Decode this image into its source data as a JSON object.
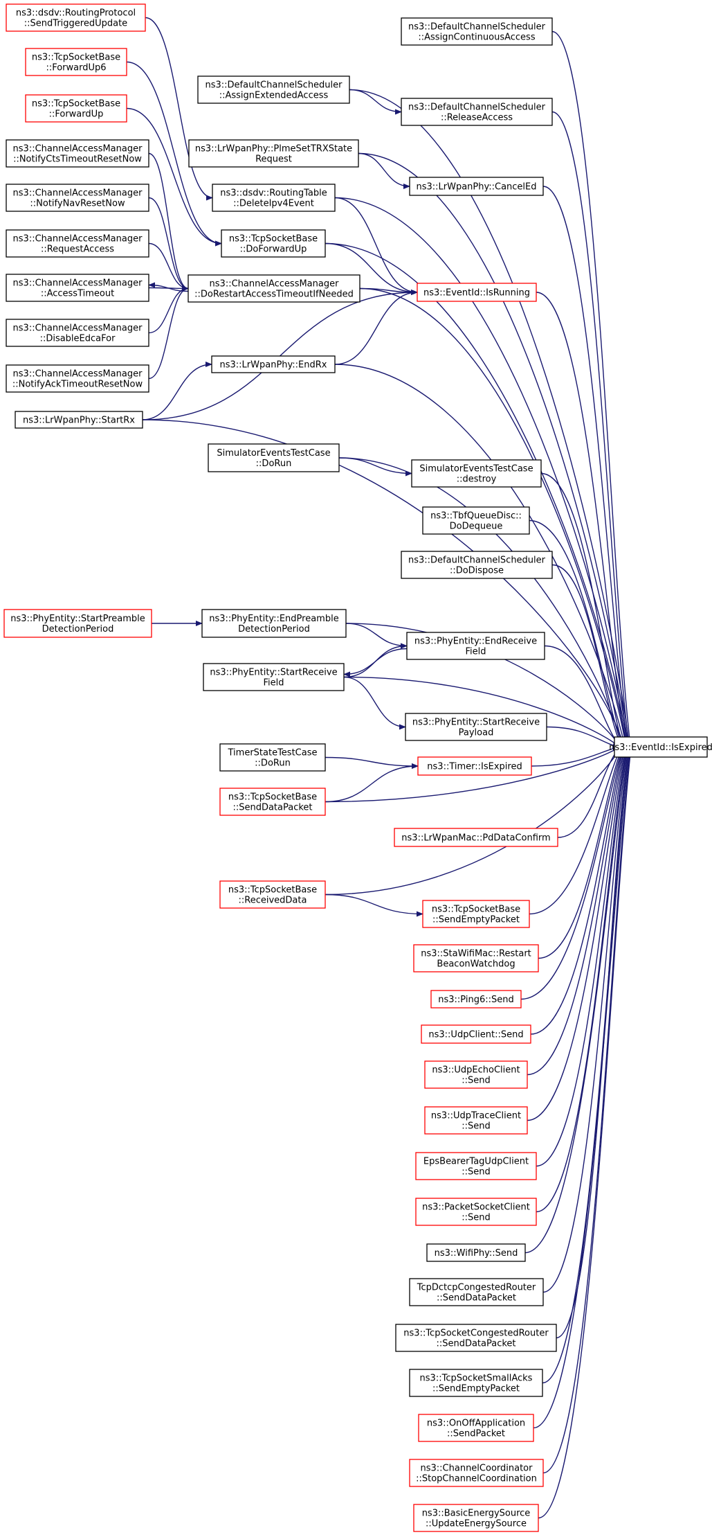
{
  "colors": {
    "edge": "#191970",
    "border_default": "#000000",
    "border_highlight": "#ff0000",
    "target_fill": "#bfbfbf",
    "background": "#ffffff"
  },
  "nodes": {
    "target": {
      "lines": [
        "ns3::EventId::IsExpired"
      ],
      "style": "target"
    },
    "dsdvSendTriggered": {
      "lines": [
        "ns3::dsdv::RoutingProtocol",
        "::SendTriggeredUpdate"
      ],
      "style": "red"
    },
    "tcpFwdUp6": {
      "lines": [
        "ns3::TcpSocketBase",
        "::ForwardUp6"
      ],
      "style": "red"
    },
    "tcpFwdUp": {
      "lines": [
        "ns3::TcpSocketBase",
        "::ForwardUp"
      ],
      "style": "red"
    },
    "camNotifyCts": {
      "lines": [
        "ns3::ChannelAccessManager",
        "::NotifyCtsTimeoutResetNow"
      ],
      "style": "black"
    },
    "camNotifyNav": {
      "lines": [
        "ns3::ChannelAccessManager",
        "::NotifyNavResetNow"
      ],
      "style": "black"
    },
    "camRequest": {
      "lines": [
        "ns3::ChannelAccessManager",
        "::RequestAccess"
      ],
      "style": "black"
    },
    "camAccessTimeout": {
      "lines": [
        "ns3::ChannelAccessManager",
        "::AccessTimeout"
      ],
      "style": "black"
    },
    "camDisableEdca": {
      "lines": [
        "ns3::ChannelAccessManager",
        "::DisableEdcaFor"
      ],
      "style": "black"
    },
    "camNotifyAck": {
      "lines": [
        "ns3::ChannelAccessManager",
        "::NotifyAckTimeoutResetNow"
      ],
      "style": "black"
    },
    "lrStartRx": {
      "lines": [
        "ns3::LrWpanPhy::StartRx"
      ],
      "style": "black"
    },
    "dcsAssignExt": {
      "lines": [
        "ns3::DefaultChannelScheduler",
        "::AssignExtendedAccess"
      ],
      "style": "black"
    },
    "lrPlmeSet": {
      "lines": [
        "ns3::LrWpanPhy::PlmeSetTRXState",
        "Request"
      ],
      "style": "black"
    },
    "dsdvDelete": {
      "lines": [
        "ns3::dsdv::RoutingTable",
        "::DeleteIpv4Event"
      ],
      "style": "black"
    },
    "tcpDoFwdUp": {
      "lines": [
        "ns3::TcpSocketBase",
        "::DoForwardUp"
      ],
      "style": "black"
    },
    "camDoRestart": {
      "lines": [
        "ns3::ChannelAccessManager",
        "::DoRestartAccessTimeoutIfNeeded"
      ],
      "style": "black"
    },
    "lrEndRx": {
      "lines": [
        "ns3::LrWpanPhy::EndRx"
      ],
      "style": "black"
    },
    "simDoRun": {
      "lines": [
        "SimulatorEventsTestCase",
        "::DoRun"
      ],
      "style": "black"
    },
    "phyStartPreamble": {
      "lines": [
        "ns3::PhyEntity::StartPreamble",
        "DetectionPeriod"
      ],
      "style": "red"
    },
    "phyEndPreamble": {
      "lines": [
        "ns3::PhyEntity::EndPreamble",
        "DetectionPeriod"
      ],
      "style": "black"
    },
    "phyStartRecvField": {
      "lines": [
        "ns3::PhyEntity::StartReceive",
        "Field"
      ],
      "style": "black"
    },
    "timerDoRun": {
      "lines": [
        "TimerStateTestCase",
        "::DoRun"
      ],
      "style": "black"
    },
    "tcpSendData": {
      "lines": [
        "ns3::TcpSocketBase",
        "::SendDataPacket"
      ],
      "style": "red"
    },
    "tcpReceivedData": {
      "lines": [
        "ns3::TcpSocketBase",
        "::ReceivedData"
      ],
      "style": "red"
    },
    "dcsAssignCont": {
      "lines": [
        "ns3::DefaultChannelScheduler",
        "::AssignContinuousAccess"
      ],
      "style": "black"
    },
    "dcsRelease": {
      "lines": [
        "ns3::DefaultChannelScheduler",
        "::ReleaseAccess"
      ],
      "style": "black"
    },
    "lrCancelEd": {
      "lines": [
        "ns3::LrWpanPhy::CancelEd"
      ],
      "style": "black"
    },
    "isRunning": {
      "lines": [
        "ns3::EventId::IsRunning"
      ],
      "style": "red"
    },
    "simDestroy": {
      "lines": [
        "SimulatorEventsTestCase",
        "::destroy"
      ],
      "style": "black"
    },
    "tbfDequeue": {
      "lines": [
        "ns3::TbfQueueDisc::",
        "DoDequeue"
      ],
      "style": "black"
    },
    "dcsDispose": {
      "lines": [
        "ns3::DefaultChannelScheduler",
        "::DoDispose"
      ],
      "style": "black"
    },
    "phyEndRecvField": {
      "lines": [
        "ns3::PhyEntity::EndReceive",
        "Field"
      ],
      "style": "black"
    },
    "phyStartRecvPayload": {
      "lines": [
        "ns3::PhyEntity::StartReceive",
        "Payload"
      ],
      "style": "black"
    },
    "timerIsExpired": {
      "lines": [
        "ns3::Timer::IsExpired"
      ],
      "style": "red"
    },
    "lrPdData": {
      "lines": [
        "ns3::LrWpanMac::PdDataConfirm"
      ],
      "style": "red"
    },
    "tcpSendEmpty": {
      "lines": [
        "ns3::TcpSocketBase",
        "::SendEmptyPacket"
      ],
      "style": "red"
    },
    "staRestart": {
      "lines": [
        "ns3::StaWifiMac::Restart",
        "BeaconWatchdog"
      ],
      "style": "red"
    },
    "ping6": {
      "lines": [
        "ns3::Ping6::Send"
      ],
      "style": "red"
    },
    "udpClient": {
      "lines": [
        "ns3::UdpClient::Send"
      ],
      "style": "red"
    },
    "udpEcho": {
      "lines": [
        "ns3::UdpEchoClient",
        "::Send"
      ],
      "style": "red"
    },
    "udpTrace": {
      "lines": [
        "ns3::UdpTraceClient",
        "::Send"
      ],
      "style": "red"
    },
    "epsBearer": {
      "lines": [
        "EpsBearerTagUdpClient",
        "::Send"
      ],
      "style": "red"
    },
    "packetSocket": {
      "lines": [
        "ns3::PacketSocketClient",
        "::Send"
      ],
      "style": "red"
    },
    "wifiPhy": {
      "lines": [
        "ns3::WifiPhy::Send"
      ],
      "style": "black"
    },
    "tcpDctcp": {
      "lines": [
        "TcpDctcpCongestedRouter",
        "::SendDataPacket"
      ],
      "style": "black"
    },
    "tcpCongested": {
      "lines": [
        "ns3::TcpSocketCongestedRouter",
        "::SendDataPacket"
      ],
      "style": "black"
    },
    "tcpSmallAcks": {
      "lines": [
        "ns3::TcpSocketSmallAcks",
        "::SendEmptyPacket"
      ],
      "style": "black"
    },
    "onOff": {
      "lines": [
        "ns3::OnOffApplication",
        "::SendPacket"
      ],
      "style": "red"
    },
    "channelCoord": {
      "lines": [
        "ns3::ChannelCoordinator",
        "::StopChannelCoordination"
      ],
      "style": "red"
    },
    "basicEnergy": {
      "lines": [
        "ns3::BasicEnergySource",
        "::UpdateEnergySource"
      ],
      "style": "red"
    }
  },
  "edges": [
    [
      "dcsAssignCont",
      "target"
    ],
    [
      "dcsAssignExt",
      "target"
    ],
    [
      "dcsRelease",
      "target"
    ],
    [
      "lrPlmeSet",
      "target"
    ],
    [
      "lrCancelEd",
      "target"
    ],
    [
      "dsdvDelete",
      "target"
    ],
    [
      "tcpDoFwdUp",
      "target"
    ],
    [
      "camDoRestart",
      "target"
    ],
    [
      "isRunning",
      "target"
    ],
    [
      "lrEndRx",
      "target"
    ],
    [
      "lrStartRx",
      "target"
    ],
    [
      "simDoRun",
      "target"
    ],
    [
      "simDestroy",
      "target"
    ],
    [
      "tbfDequeue",
      "target"
    ],
    [
      "dcsDispose",
      "target"
    ],
    [
      "phyEndPreamble",
      "target"
    ],
    [
      "phyEndRecvField",
      "target"
    ],
    [
      "phyStartRecvField",
      "target"
    ],
    [
      "phyStartRecvPayload",
      "target"
    ],
    [
      "timerIsExpired",
      "target"
    ],
    [
      "tcpSendData",
      "target"
    ],
    [
      "lrPdData",
      "target"
    ],
    [
      "tcpReceivedData",
      "target"
    ],
    [
      "tcpSendEmpty",
      "target"
    ],
    [
      "staRestart",
      "target"
    ],
    [
      "ping6",
      "target"
    ],
    [
      "udpClient",
      "target"
    ],
    [
      "udpEcho",
      "target"
    ],
    [
      "udpTrace",
      "target"
    ],
    [
      "epsBearer",
      "target"
    ],
    [
      "packetSocket",
      "target"
    ],
    [
      "wifiPhy",
      "target"
    ],
    [
      "tcpDctcp",
      "target"
    ],
    [
      "tcpCongested",
      "target"
    ],
    [
      "tcpSmallAcks",
      "target"
    ],
    [
      "onOff",
      "target"
    ],
    [
      "channelCoord",
      "target"
    ],
    [
      "basicEnergy",
      "target"
    ],
    [
      "dcsAssignExt",
      "dcsRelease"
    ],
    [
      "lrPlmeSet",
      "lrCancelEd"
    ],
    [
      "dsdvDelete",
      "isRunning"
    ],
    [
      "tcpDoFwdUp",
      "isRunning"
    ],
    [
      "camDoRestart",
      "isRunning"
    ],
    [
      "lrEndRx",
      "isRunning"
    ],
    [
      "lrStartRx",
      "isRunning"
    ],
    [
      "dsdvSendTriggered",
      "dsdvDelete"
    ],
    [
      "tcpFwdUp6",
      "tcpDoFwdUp"
    ],
    [
      "tcpFwdUp",
      "tcpDoFwdUp"
    ],
    [
      "camNotifyCts",
      "camDoRestart"
    ],
    [
      "camNotifyNav",
      "camDoRestart"
    ],
    [
      "camRequest",
      "camDoRestart"
    ],
    [
      "camAccessTimeout",
      "camDoRestart"
    ],
    [
      "camDoRestart",
      "camAccessTimeout"
    ],
    [
      "camDisableEdca",
      "camDoRestart"
    ],
    [
      "camNotifyAck",
      "camDoRestart"
    ],
    [
      "lrStartRx",
      "lrEndRx"
    ],
    [
      "simDoRun",
      "simDestroy"
    ],
    [
      "phyStartPreamble",
      "phyEndPreamble"
    ],
    [
      "phyEndPreamble",
      "phyEndRecvField"
    ],
    [
      "phyEndRecvField",
      "phyStartRecvField"
    ],
    [
      "phyStartRecvField",
      "phyEndRecvField"
    ],
    [
      "phyStartRecvField",
      "phyStartRecvPayload"
    ],
    [
      "timerDoRun",
      "timerIsExpired"
    ],
    [
      "tcpSendData",
      "timerIsExpired"
    ],
    [
      "tcpReceivedData",
      "tcpSendEmpty"
    ]
  ]
}
